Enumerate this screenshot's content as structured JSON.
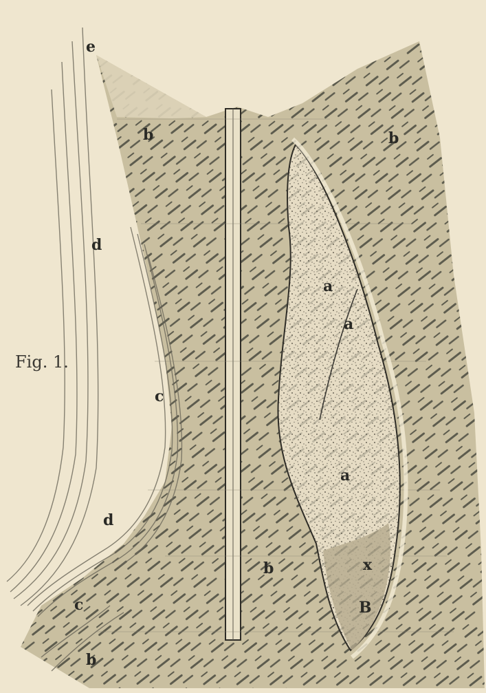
{
  "figure": {
    "caption": "Fig. 1.",
    "labels": [
      {
        "id": "e",
        "text": "e"
      },
      {
        "id": "b1",
        "text": "b"
      },
      {
        "id": "b2",
        "text": "b"
      },
      {
        "id": "d1",
        "text": "d"
      },
      {
        "id": "a1",
        "text": "a"
      },
      {
        "id": "a2",
        "text": "a"
      },
      {
        "id": "c1",
        "text": "c"
      },
      {
        "id": "a3",
        "text": "a"
      },
      {
        "id": "d2",
        "text": "d"
      },
      {
        "id": "b3",
        "text": "b"
      },
      {
        "id": "x",
        "text": "x"
      },
      {
        "id": "c2",
        "text": "c"
      },
      {
        "id": "B",
        "text": "B"
      },
      {
        "id": "b4",
        "text": "b"
      }
    ]
  },
  "colors": {
    "paper": "#efe6cf",
    "tissue": "#c9bfa0",
    "hatch": "#4a4a40",
    "mass": "#e6dcc4",
    "ink": "#2a2a26"
  }
}
